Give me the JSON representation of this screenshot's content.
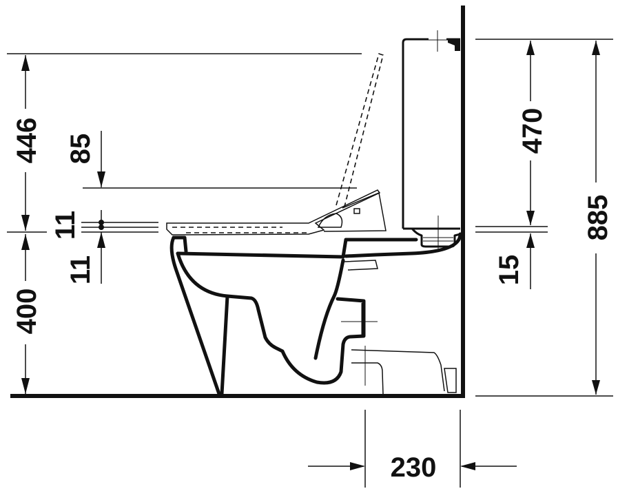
{
  "drawing": {
    "title": "Toilet side elevation with dimensions",
    "units": "mm",
    "colors": {
      "line": "#111111",
      "background": "#ffffff"
    },
    "dimensions": {
      "lid_open_height": "446",
      "seat_clearance": "85",
      "seat_thickness_top": "11",
      "seat_thickness_bottom": "11",
      "seat_height": "400",
      "cistern_height": "470",
      "cistern_gap": "15",
      "total_height": "885",
      "wall_to_outlet": "230"
    }
  }
}
